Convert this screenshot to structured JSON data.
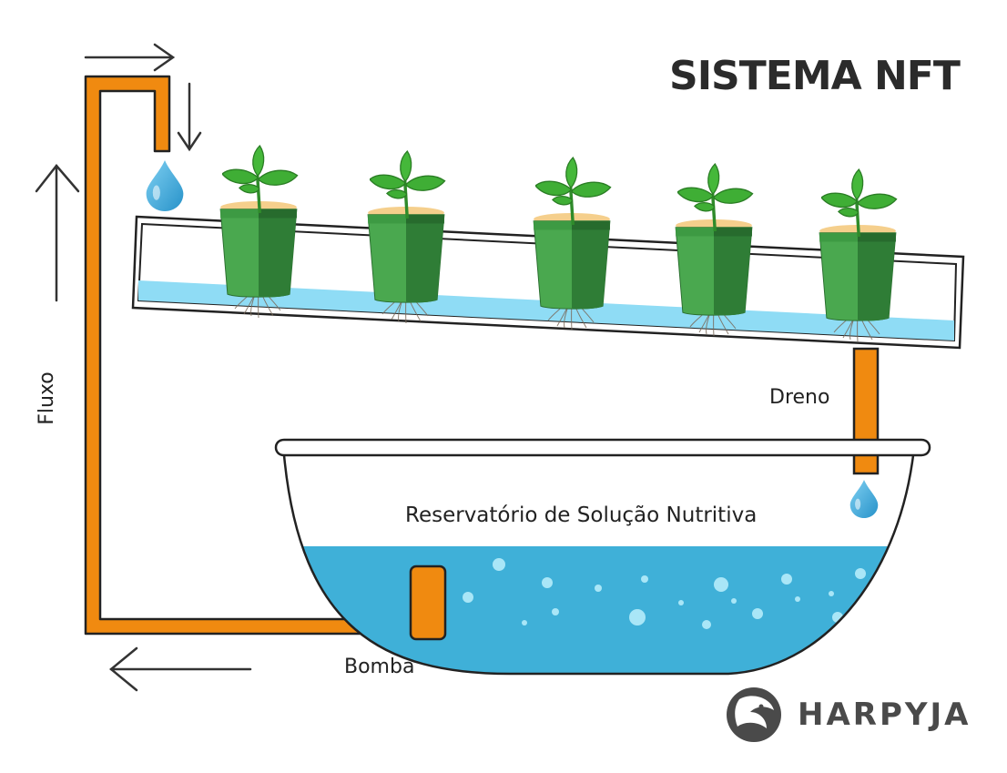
{
  "title": "SISTEMA NFT",
  "labels": {
    "drain": "Dreno",
    "reservoir": "Reservatório de Solução Nutritiva",
    "pump": "Bomba",
    "flow": "Fluxo"
  },
  "brand": {
    "name": "HARPYJA",
    "logo_icon": "harpy-eagle-logo-icon"
  },
  "plants": [
    {
      "icon": "seedling-icon"
    },
    {
      "icon": "seedling-icon"
    },
    {
      "icon": "seedling-icon"
    },
    {
      "icon": "seedling-icon"
    },
    {
      "icon": "seedling-icon"
    }
  ],
  "colors": {
    "pipe": "#f08a10",
    "pipe_outline": "#222222",
    "water_channel": "#8fdcf5",
    "reservoir_water": "#3fb0d8",
    "bubble": "#a9e6f7",
    "pot_light": "#4aa84f",
    "pot_dark": "#2f7d36",
    "leaf": "#3fae35",
    "soil": "#f5cf8c",
    "drop": "#3aa7dc",
    "title": "#2b2b2b"
  }
}
